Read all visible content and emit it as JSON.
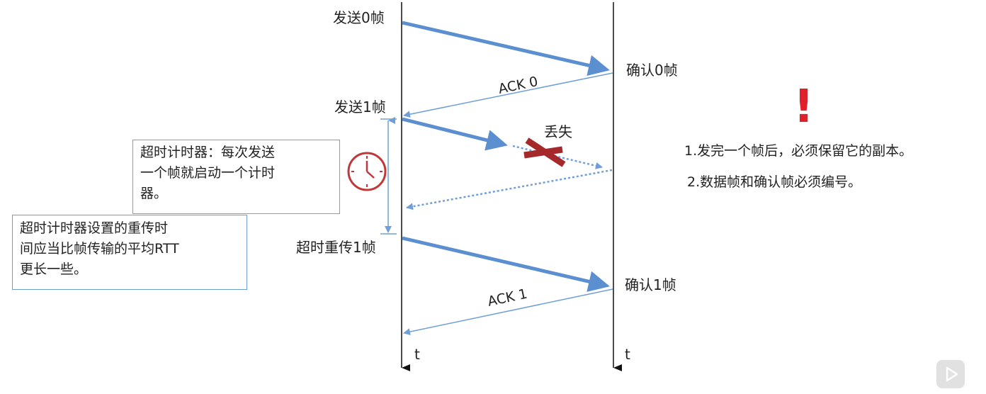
{
  "labels": {
    "send0": "发送0帧",
    "ack0_recv": "确认0帧",
    "ack0": "ACK 0",
    "send1": "发送1帧",
    "lost": "丢失",
    "resend1": "超时重传1帧",
    "ack1_recv": "确认1帧",
    "ack1": "ACK 1",
    "time_left": "t",
    "time_right": "t"
  },
  "timer_box": {
    "lines": [
      "超时计时器：每次发送",
      "一个帧就启动一个计时",
      "器。"
    ]
  },
  "rtt_box": {
    "lines": [
      "超时计时器设置的重传时",
      "间应当比帧传输的平均RTT",
      "更长一些。"
    ]
  },
  "notes": {
    "exclamation": "!",
    "items": [
      "1.发完一个帧后，必须保留它的副本。",
      "2.数据帧和确认帧必须编号。"
    ]
  },
  "colors": {
    "frame_arrow": "#5b8fd0",
    "ack_line": "#6f9fd6",
    "lost_x": "#a5292a",
    "exclamation": "#e0202a",
    "clock": "#c0383a",
    "timer_box_border": "#c98a64",
    "rtt_box_border": "#6c9fd0"
  },
  "icons": {
    "timer": "clock-icon",
    "lost": "cross-icon",
    "play": "play-icon"
  }
}
